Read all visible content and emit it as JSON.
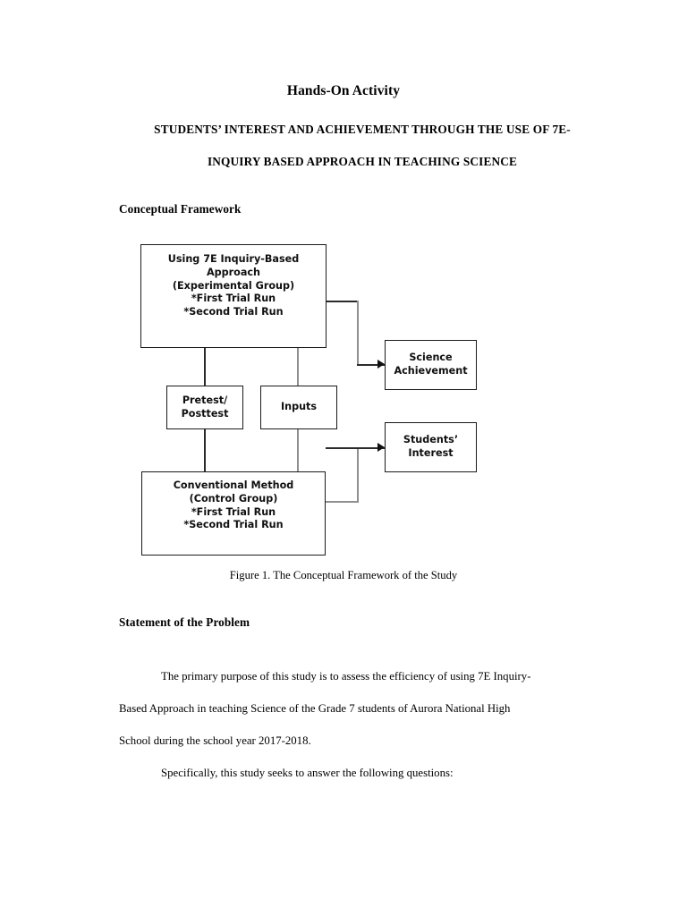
{
  "document": {
    "header_title": "Hands-On Activity",
    "title_line_1": "STUDENTS’ INTEREST AND ACHIEVEMENT THROUGH THE USE OF 7E-",
    "title_line_2": "INQUIRY BASED APPROACH IN TEACHING SCIENCE"
  },
  "sections": {
    "conceptual_framework_heading": "Conceptual Framework",
    "statement_of_problem_heading": "Statement of the Problem"
  },
  "figure": {
    "caption": "Figure 1. The Conceptual Framework of the Study",
    "nodes": {
      "experimental": {
        "line1": "Using 7E Inquiry-Based Approach",
        "line2": "(Experimental Group)",
        "line3": "*First Trial Run",
        "line4": "*Second Trial Run"
      },
      "pretest": {
        "line1": "Pretest/",
        "line2": "Posttest"
      },
      "inputs": {
        "line1": "Inputs"
      },
      "control": {
        "line1": "Conventional Method",
        "line2": "(Control Group)",
        "line3": "*First Trial Run",
        "line4": "*Second Trial Run"
      },
      "science_achievement": {
        "line1": "Science",
        "line2": "Achievement"
      },
      "students_interest": {
        "line1": "Students’",
        "line2": "Interest"
      }
    },
    "colors": {
      "box_border": "#1a1a1a",
      "connector_dark": "#2b2b2b",
      "connector_gray": "#8f8f8f",
      "page_background": "#ffffff",
      "text": "#000000"
    }
  },
  "body": {
    "paragraph_1": {
      "line1_a": "The primary purpose of this study is to assess the efficiency of using 7E Inquiry-",
      "line2": "Based Approach in teaching Science of the Grade 7 students of Aurora National High",
      "line3": "School during the school year 2017-2018."
    },
    "paragraph_2": {
      "line1": "Specifically, this study seeks to answer the following questions:"
    }
  }
}
